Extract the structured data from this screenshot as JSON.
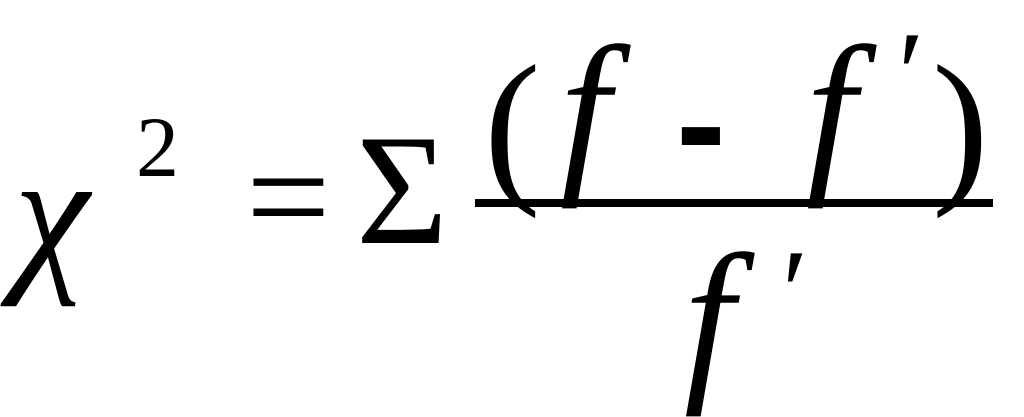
{
  "formula": {
    "symbol": "χ",
    "exponent": "2",
    "equals": "=",
    "summation": "Σ",
    "numerator": {
      "open_paren": "(",
      "term1": "f",
      "minus": "-",
      "term2": "f",
      "prime": "′",
      "close_paren": ")"
    },
    "denominator": {
      "term": "f",
      "prime": "′"
    }
  }
}
